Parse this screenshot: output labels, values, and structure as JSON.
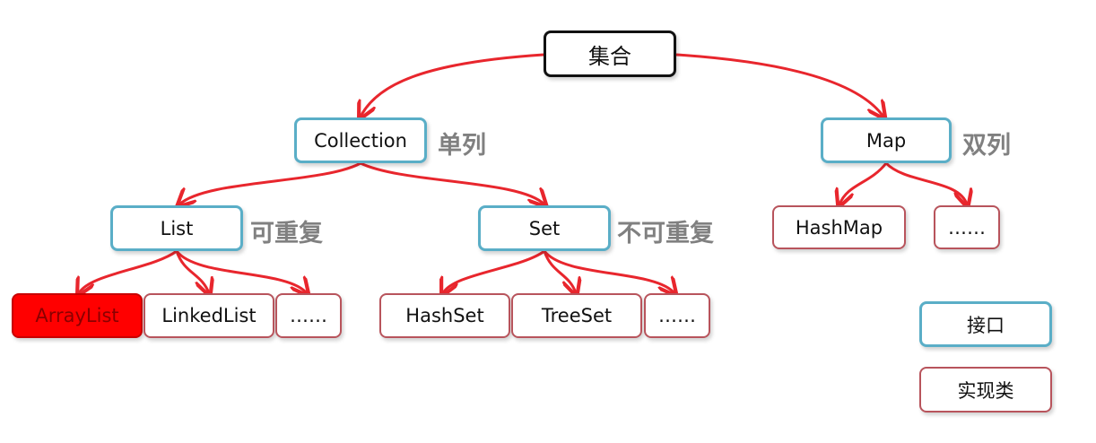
{
  "root": {
    "label": "集合"
  },
  "collection": {
    "label": "Collection",
    "tag": "单列"
  },
  "map": {
    "label": "Map",
    "tag": "双列"
  },
  "list": {
    "label": "List",
    "tag": "可重复"
  },
  "set": {
    "label": "Set",
    "tag": "不可重复"
  },
  "list_impls": [
    "ArrayList",
    "LinkedList",
    "……"
  ],
  "set_impls": [
    "HashSet",
    "TreeSet",
    "……"
  ],
  "map_impls": [
    "HashMap",
    "……"
  ],
  "legend": {
    "interface": "接口",
    "implementation": "实现类"
  },
  "colors": {
    "arrow": "#e8262d",
    "interface_border": "#5aaec7",
    "implementation_border": "#b8545c",
    "highlight_fill": "#ff0000",
    "tag_text": "#808080"
  }
}
